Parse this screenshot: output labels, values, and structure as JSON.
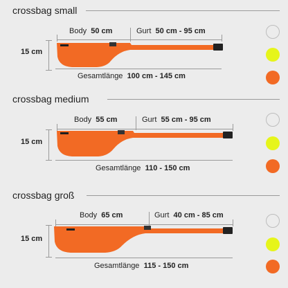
{
  "sections": [
    {
      "title": "crossbag small",
      "body_label": "Body",
      "body_value": "50 cm",
      "strap_label": "Gurt",
      "strap_value": "50 cm - 95 cm",
      "height_value": "15 cm",
      "total_label": "Gesamtlänge",
      "total_value": "100 cm - 145 cm"
    },
    {
      "title": "crossbag medium",
      "body_label": "Body",
      "body_value": "55 cm",
      "strap_label": "Gurt",
      "strap_value": "55 cm - 95 cm",
      "height_value": "15 cm",
      "total_label": "Gesamtlänge",
      "total_value": "110 - 150 cm"
    },
    {
      "title": "crossbag groß",
      "body_label": "Body",
      "body_value": "65 cm",
      "strap_label": "Gurt",
      "strap_value": "40 cm - 85 cm",
      "height_value": "15 cm",
      "total_label": "Gesamtlänge",
      "total_value": "115 - 150 cm"
    }
  ],
  "colors": {
    "bag": "#f26a24",
    "swatch_white": "#ececec",
    "swatch_yellow": "#e6f51a",
    "swatch_orange": "#f26a24"
  },
  "swatches": [
    "white",
    "yellow",
    "orange"
  ]
}
